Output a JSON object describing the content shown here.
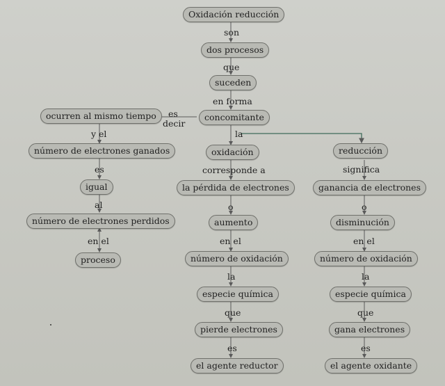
{
  "nodes": {
    "top": "Oxidación reducción",
    "dos_procesos": "dos procesos",
    "suceden": "suceden",
    "concomitante": "concomitante",
    "ocurren": "ocurren al mismo tiempo",
    "ganados": "número de electrones ganados",
    "igual": "igual",
    "perdidos": "número de electrones perdidos",
    "proceso": "proceso",
    "oxidacion": "oxidación",
    "perdida": "la pérdida de electrones",
    "aumento": "aumento",
    "num_ox_left": "número de oxidación",
    "especie_left": "especie química",
    "pierde": "pierde electrones",
    "reductor": "el agente reductor",
    "reduccion": "reducción",
    "ganancia": "ganancia de electrones",
    "disminucion": "disminución",
    "num_ox_right": "número de oxidación",
    "especie_right": "especie química",
    "gana": "gana electrones",
    "oxidante": "el agente oxidante"
  },
  "links": {
    "son": "son",
    "que1": "que",
    "en_forma": "en forma",
    "es_decir_1": "es",
    "es_decir_2": "decir",
    "la1": "la",
    "y_el": "y el",
    "es1": "es",
    "al": "al",
    "en_el_1": "en el",
    "corresponde_a": "corresponde a",
    "o1": "o",
    "en_el_2": "en el",
    "la2": "la",
    "que2": "que",
    "es2": "es",
    "significa": "significa",
    "o2": "o",
    "en_el_3": "en el",
    "la3": "la",
    "que3": "que",
    "es3": "es"
  },
  "colors": {
    "node_fill": "#b9bab4",
    "node_border": "#6f706b",
    "arrow": "#5a5a5a",
    "connector_green": "#3f6b5a",
    "background": "#cfd0cb"
  }
}
